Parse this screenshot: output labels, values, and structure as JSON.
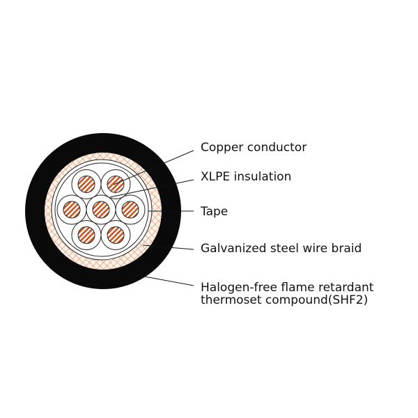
{
  "labels": {
    "copper": "Copper conductor",
    "xlpe": "XLPE insulation",
    "tape": "Tape",
    "braid": "Galvanized steel wire braid",
    "sheath_line1": "Halogen-free flame retardant",
    "sheath_line2": "thermoset compound(SHF2)"
  },
  "colors": {
    "sheath": "#0a0a0a",
    "braid": "#d9906a",
    "copper": "#c8541f",
    "background": "#ffffff"
  },
  "core_count": 7
}
